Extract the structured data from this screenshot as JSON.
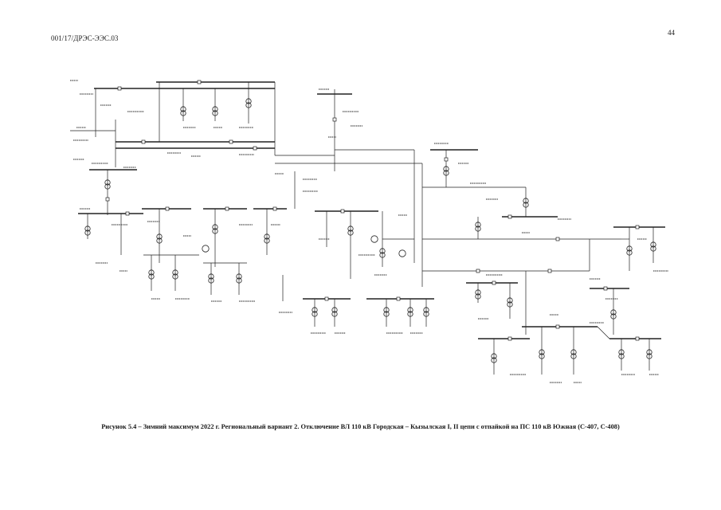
{
  "header": {
    "doc_code": "001/17/ДРЭС-ЭЭС.03",
    "page_number": "44"
  },
  "caption": "Рисунок 5.4 – Зимний максимум 2022 г. Региональный вариант 2. Отключение ВЛ 110 кВ Городская – Кызылская I, II цепи с отпайкой на ПС 110 кВ Южная (С-407, С-408)",
  "schematic": {
    "description": "single-line electrical network diagram (illegible fine labels rendered as line art)"
  }
}
